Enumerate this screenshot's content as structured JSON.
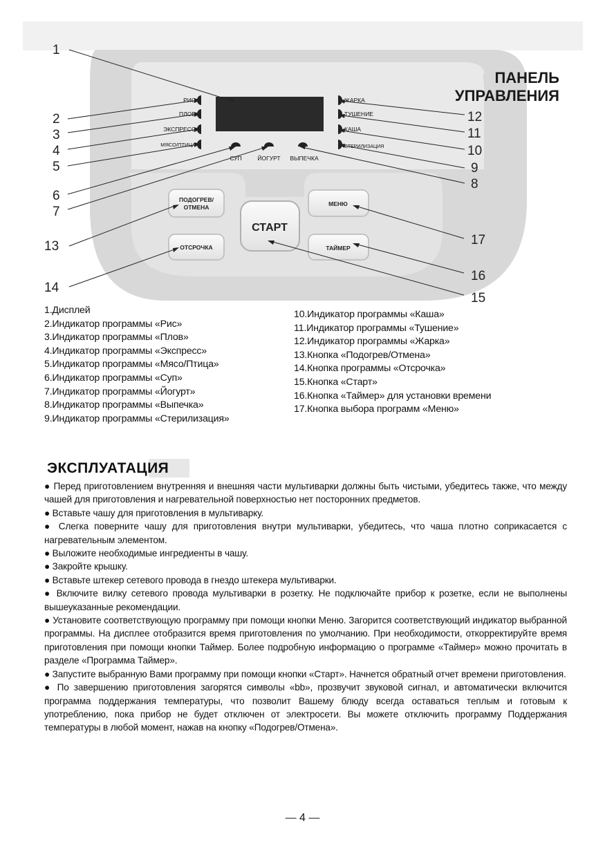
{
  "panel": {
    "title_line1": "ПАНЕЛЬ",
    "title_line2": "УПРАВЛЕНИЯ",
    "indicators_left": [
      "РИС",
      "ПЛОВ",
      "ЭКСПРЕСС",
      "МЯСО/ПТИЦА"
    ],
    "indicators_right": [
      "ЖАРКА",
      "ТУШЕНИЕ",
      "КАША",
      "СТЕРИЛИЗАЦИЯ"
    ],
    "indicators_bottom": [
      "СУП",
      "ЙОГУРТ",
      "ВЫПЕЧКА"
    ],
    "buttons": {
      "reheat_line1": "ПОДОГРЕВ/",
      "reheat_line2": "ОТМЕНА",
      "delay": "ОТСРОЧКА",
      "start": "СТАРТ",
      "menu": "МЕНЮ",
      "timer": "ТАЙМЕР"
    },
    "callouts": [
      "1",
      "2",
      "3",
      "4",
      "5",
      "6",
      "7",
      "8",
      "9",
      "10",
      "11",
      "12",
      "13",
      "14",
      "15",
      "16",
      "17"
    ]
  },
  "legend_left": [
    "1.Дисплей",
    "2.Индикатор программы «Рис»",
    "3.Индикатор программы «Плов»",
    "4.Индикатор программы «Экспресс»",
    "5.Индикатор программы «Мясо/Птица»",
    "6.Индикатор программы «Суп»",
    "7.Индикатор программы «Йогурт»",
    "8.Индикатор программы «Выпечка»",
    "9.Индикатор программы «Стерилизация»"
  ],
  "legend_right": [
    "10.Индикатор программы «Каша»",
    "11.Индикатор программы «Тушение»",
    "12.Индикатор программы «Жарка»",
    "13.Кнопка «Подогрев/Отмена»",
    "14.Кнопка программы «Отсрочка»",
    "15.Кнопка «Старт»",
    "16.Кнопка «Таймер» для установки времени",
    "17.Кнопка выбора программ «Меню»"
  ],
  "section_title": "ЭКСПЛУАТАЦИЯ",
  "paragraphs": [
    "● Перед приготовлением внутренняя и внешняя части мультиварки должны быть чистыми, убедитесь также, что между чашей для приготовления и нагревательной поверхностью нет посторонних предметов.",
    "● Вставьте чашу для приготовления в мультиварку.",
    "● Слегка поверните чашу для приготовления внутри мультиварки, убедитесь, что чаша плотно соприкасается с нагревательным элементом.",
    "● Выложите необходимые ингредиенты в чашу.",
    "● Закройте крышку.",
    "● Вставьте штекер сетевого провода в гнездо штекера мультиварки.",
    "● Включите вилку сетевого провода мультиварки в розетку. Не подключайте прибор к розетке, если не выполнены вышеуказанные рекомендации.",
    "● Установите соответствующую программу при помощи кнопки Меню. Загорится соответствующий индикатор выбранной программы. На дисплее отобразится время приготовления по умолчанию. При необходимости, откорректируйте время приготовления при помощи кнопки Таймер. Более подробную информацию о программе «Таймер» можно прочитать в разделе «Программа Таймер».",
    "● Запустите выбранную Вами программу при помощи кнопки «Старт». Начнется обратный отчет времени приготовления.",
    "● По завершению приготовления загорятся символы «bb», прозвучит звуковой сигнал, и автоматически включится программа поддержания температуры, что позволит Вашему блюду всегда оставаться теплым и готовым к употреблению, пока прибор не будет отключен от электросети. Вы можете отключить программу Поддержания температуры в любой момент, нажав на кнопку «Подогрев/Отмена»."
  ],
  "page_number": "— 4 —"
}
